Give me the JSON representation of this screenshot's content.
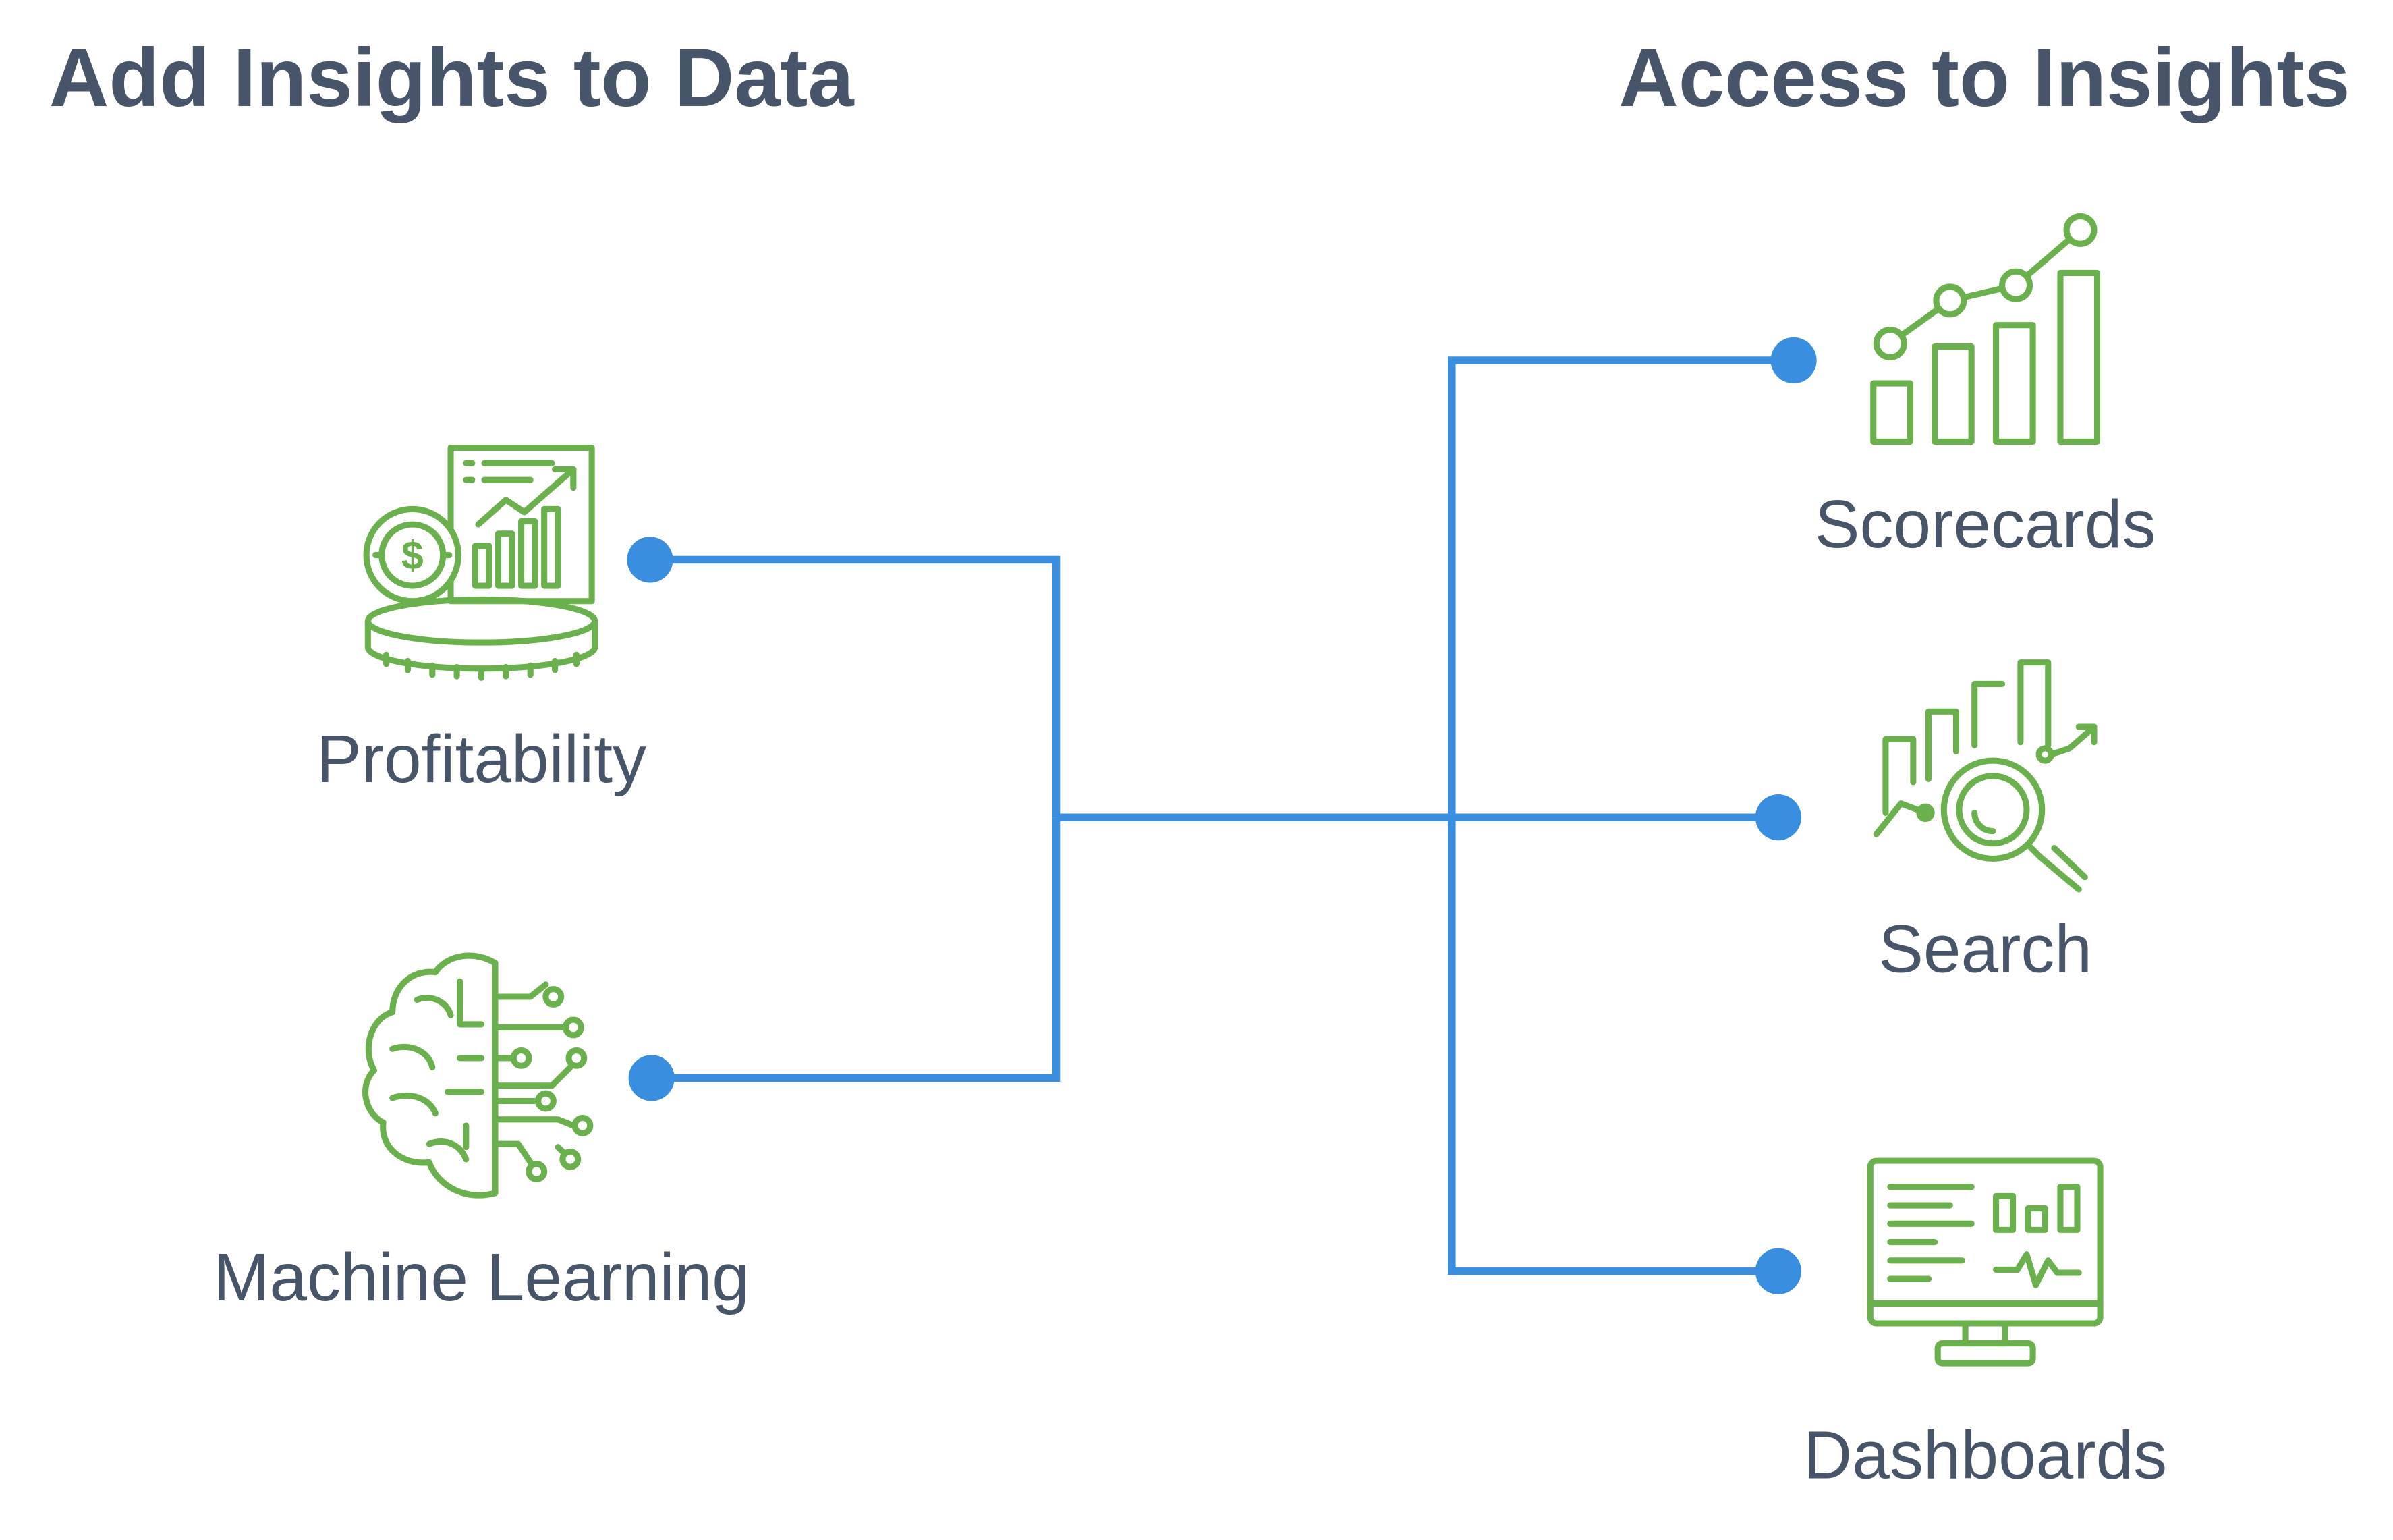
{
  "left_section": {
    "title": "Add Insights to Data",
    "items": [
      {
        "label": "Profitability",
        "icon": "profitability-icon"
      },
      {
        "label": "Machine Learning",
        "icon": "machine-learning-icon"
      }
    ]
  },
  "right_section": {
    "title": "Access to Insights",
    "items": [
      {
        "label": "Scorecards",
        "icon": "scorecards-icon"
      },
      {
        "label": "Search",
        "icon": "search-analytics-icon"
      },
      {
        "label": "Dashboards",
        "icon": "dashboards-icon"
      }
    ]
  },
  "colors": {
    "heading_text": "#46556a",
    "label_text": "#46556a",
    "connector": "#3a8ee0",
    "icon": "#6ab04c"
  }
}
